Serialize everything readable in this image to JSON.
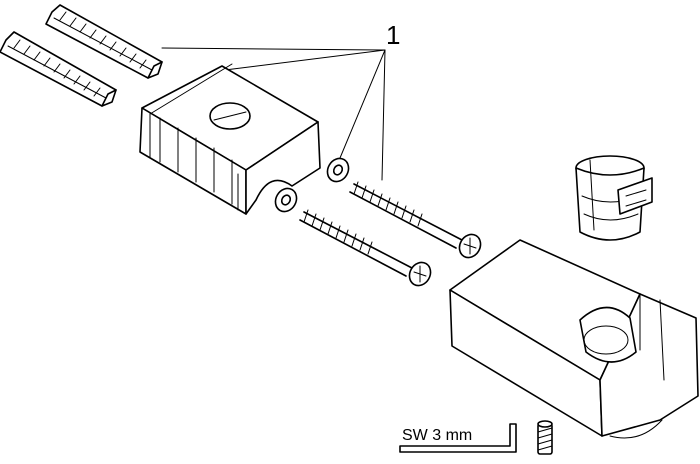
{
  "callout": {
    "number": "1"
  },
  "tool_label": {
    "text": "SW 3 mm"
  },
  "parts": [
    {
      "id": "wall-plug-upper"
    },
    {
      "id": "wall-plug-lower"
    },
    {
      "id": "mounting-bracket"
    },
    {
      "id": "washer"
    },
    {
      "id": "wood-screw"
    },
    {
      "id": "hose-holder-insert"
    },
    {
      "id": "wall-outlet-holder"
    },
    {
      "id": "hex-key"
    },
    {
      "id": "grub-screw"
    }
  ]
}
